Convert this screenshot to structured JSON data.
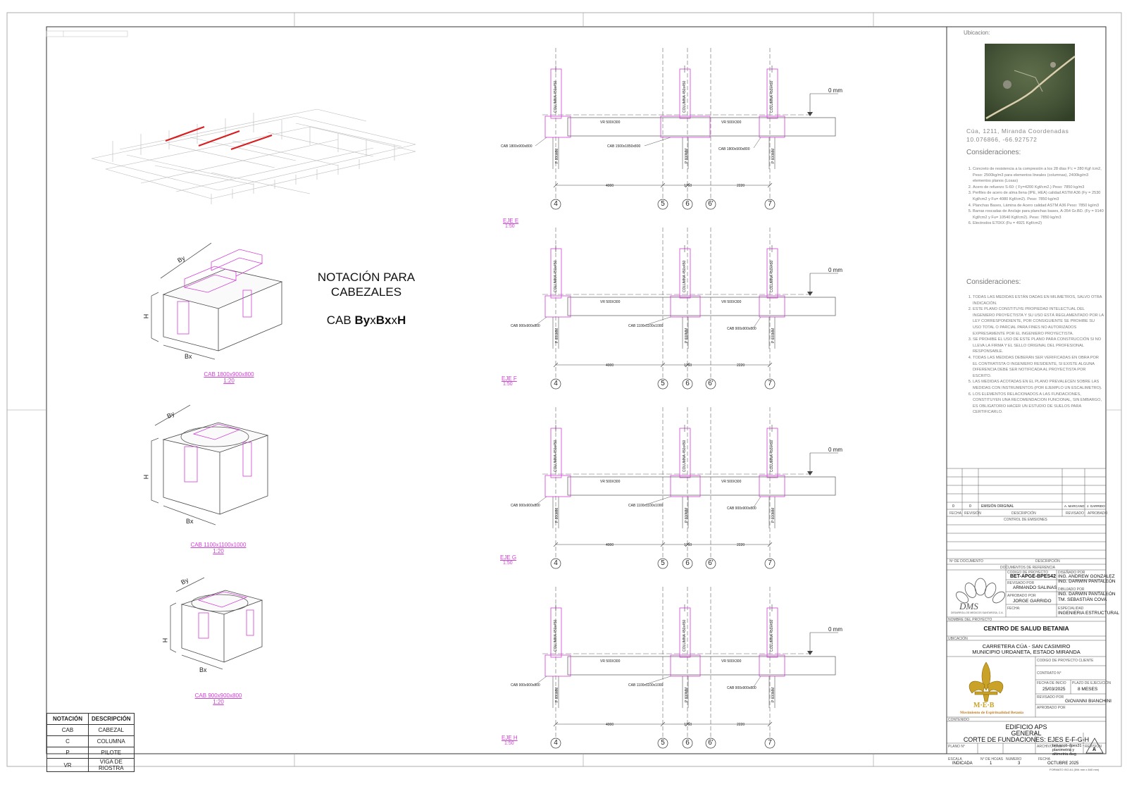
{
  "notation_title_line1": "NOTACIÓN PARA",
  "notation_title_line2": "CABEZALES",
  "formula": {
    "prefix": "CAB ",
    "by": "By",
    "x1": "x",
    "bx": "Bx",
    "x2": "x",
    "h": "H"
  },
  "dims": {
    "by": "By",
    "bx": "Bx",
    "h": "H"
  },
  "details": [
    {
      "label": "CAB 1800x900x800",
      "scale": "1:20"
    },
    {
      "label": "CAB 1100x1100x1000",
      "scale": "1:20"
    },
    {
      "label": "CAB 900x900x800",
      "scale": "1:20"
    }
  ],
  "legend": {
    "headers": [
      "NOTACIÓN",
      "DESCRIPCIÓN"
    ],
    "rows": [
      [
        "CAB",
        "CABEZAL"
      ],
      [
        "C",
        "COLUMNA"
      ],
      [
        "P",
        "PILOTE"
      ],
      [
        "VR",
        "VIGA DE RIOSTRA"
      ]
    ]
  },
  "sections": [
    {
      "eje": "EJE E",
      "scale": "1:50",
      "level": "0 mm",
      "cab_left": "CAB 1800x900x800",
      "cab_mid": "CAB 1500x1850x800",
      "cab_right": "CAB 1800x900x800",
      "vr": "VR 500X300",
      "col": "COLUMNA 450x450",
      "pile": "P 600MM",
      "spans": [
        "4000",
        "1760",
        "2220"
      ],
      "axes": [
        "4",
        "5",
        "6",
        "6'",
        "7"
      ]
    },
    {
      "eje": "EJE F",
      "scale": "1:50",
      "level": "0 mm",
      "cab_left": "CAB 900x900x800",
      "cab_mid": "CAB 1100x1100x1000",
      "cab_right": "CAB 900x900x800",
      "vr": "VR 500X300",
      "col": "COLUMNA 450x450",
      "pile": "P 600MM",
      "spans": [
        "4000",
        "1760",
        "2220"
      ],
      "axes": [
        "4",
        "5",
        "6",
        "6'",
        "7"
      ]
    },
    {
      "eje": "EJE G",
      "scale": "1:50",
      "level": "0 mm",
      "cab_left": "CAB 900x900x800",
      "cab_mid": "CAB 1100x1100x1000",
      "cab_right": "CAB 900x900x800",
      "vr": "VR 500X300",
      "col": "COLUMNA 450x450",
      "pile": "P 600MM",
      "spans": [
        "4000",
        "1760",
        "2220"
      ],
      "axes": [
        "4",
        "5",
        "6",
        "6'",
        "7"
      ]
    },
    {
      "eje": "EJE H",
      "scale": "1:50",
      "level": "0 mm",
      "cab_left": "CAB 900x900x800",
      "cab_mid": "CAB 1100x1100x1000",
      "cab_right": "CAB 900x900x800",
      "vr": "VR 500X300",
      "col": "COLUMNA 450x450",
      "pile": "P 600MM",
      "spans": [
        "4000",
        "1760",
        "2220"
      ],
      "axes": [
        "4",
        "5",
        "6",
        "6'",
        "7"
      ]
    }
  ],
  "titleblock": {
    "ubicacion_label": "Ubicacion:",
    "coords_line1": "Cúa, 1211, Miranda Coordenadas",
    "coords_line2": "10.076866, -66.927572",
    "consideraciones_1_title": "Consideraciones:",
    "consideraciones_1": [
      "Concreto de resistencia a la compresión a los 28 días F'c = 280 Kgf /cm2, Peso: 2500kg/m3 para elementos lineales (columnas), 2400kg/m3 elementos planos (Losas)",
      "Acero de refuerzo S-60: ( Fy=4200 Kgf/cm2.) Peso: 7850 kg/m3",
      "Perfiles de acero de alma llena (IPE, HEA) calidad ASTM A36 (Fy = 2530 Kgf/cm2 y Fu= 4080 Kgf/cm2). Peso: 7850 kg/m3",
      "Planchas Bases, Lámina de Acero calidad ASTM A36 Peso: 7850 kg/m3",
      "Barras roscadas de Anclaje para planchas bases, A-354 Gr.BD. (Fy = 9140 Kgf/cm2 y Fu= 10540 Kgf/cm2). Peso: 7850 kg/m3",
      "Electrodos E70XX (Fu = 4921 Kgf/cm2)"
    ],
    "consideraciones_2_title": "Consideraciones:",
    "consideraciones_2": [
      "TODAS LAS MEDIDAS ESTÁN DADAS EN MILIMETROS, SALVO OTRA INDICACIÓN.",
      "ESTE PLANO CONSTITUYE PROPIEDAD INTELECTUAL DEL INGENIERO PROYECTISTA Y SU USO ESTÁ REGLAMENTADO POR LA LEY CORRESPONDIENTE, POR CONSIGUIENTE SE PROHIBE SU USO TOTAL O PARCIAL PARA FINES NO AUTORIZADOS EXPRESAMENTE POR EL INGENIERO PROYECTISTA.",
      "SE PROHIBE EL USO DE ESTE PLANO PARA CONSTRUCCIÓN SI NO LLEVA LA FIRMA Y EL SELLO ORIGINAL DEL PROFESIONAL RESPONSABLE.",
      "TODAS LAS MEDIDAS DEBERÁN SER VERIFICADAS EN OBRA POR EL CONTRATISTA O INGENIERO RESIDENTE, SI EXISTE ALGUNA DIFERENCIA DEBE SER NOTIFICADA AL PROYECTISTA POR ESCRITO.",
      "LAS MEDIDAS ACOTADAS EN EL PLANO PREVALECEN SOBRE LAS MEDIDAS CON INSTRUMENTOS (POR EJEMPLO UN ESCALIMETRO).",
      "LOS ELEMENTOS RELACIONADOS A LAS FUNDACIONES, CONSTITUYEN UNA RECOMENDACION FUNCIONAL, SIN EMBARGO, ES OBLIGATORIO HACER UN ESTUDIO DE SUELOS PARA CERTIFICARLO."
    ],
    "emission_row": [
      "0",
      "0",
      "EMISIÓN ORIGINAL",
      "A. MARCANO",
      "J. GARRIDO"
    ],
    "emission_headers": [
      "FECHA",
      "REVISIÓN",
      "DESCRIPCIÓN",
      "REVISADO",
      "APROBADO"
    ],
    "control_label": "CONTROL DE EMISIONES",
    "doc_num_label": "Nº DE DOCUMENTO",
    "descripcion_label": "DESCRIPCIÓN",
    "doc_ref_label": "DOCUMENTOS DE REFERENCIA",
    "codigo_label": "CODIGO DE PROYECTO",
    "codigo": "BET-APGE-BPES42",
    "disenado_label": "DISEÑADO POR",
    "disenado_1": "ING. ANDREW GONZALEZ",
    "disenado_2": "ING. DARWIN PANTALEÓN",
    "revisado_label": "REVISADO POR",
    "revisado": "ARMANDO SALINAS",
    "dibujado_label": "DIBUJADO POR",
    "dibujado_1": "ING. DARWIN PANTALEÓN",
    "dibujado_2": "TM. SEBASTIÁN COVA",
    "aprobado_label": "APROBADO POR",
    "aprobado": "JORGE GARRIDO",
    "fecha_label": "FECHA:",
    "especialidad_label": "ESPECIALIDAD",
    "especialidad": "INGENIERIA ESTRUCTURAL",
    "dms_logo": "DMS",
    "dms_sub": "DESARROLLOS MEDICOS SANTAROSA, C.A.",
    "nombre_label": "NOMBRE DEL PROYECTO",
    "proyecto": "CENTRO DE SALUD BETANIA",
    "ubic_label": "UBICACIÓN",
    "ubic_1": "CARRETERA CÚA - SAN CASIMIRO",
    "ubic_2": "MUNICIPIO URDANETA, ESTADO MIRANDA",
    "cod_cliente_label": "CODIGO DE PROYECTO CLIENTE",
    "contrato_label": "CONTRATO N°",
    "fecha_inicio_label": "FECHA DE INICIO",
    "fecha_inicio": "25/03/2025",
    "plazo_label": "PLAZO DE EJECUCIÓN",
    "plazo": "8 MESES",
    "revisado2_label": "REVISADO POR",
    "revisado2": "GIOVANNI BIANCHINI",
    "aprobado2_label": "APROBADO POR",
    "meb_logo": "M·E·B",
    "meb_sub": "Movimiento de Espiritualidad Betania",
    "contenido_label": "CONTENIDO",
    "contenido_1": "EDIFICIO APS",
    "contenido_2": "GENERAL",
    "contenido_3": "CORTE DE FUNDACIONES: EJES E-F-G-H",
    "plano_label": "PLANO N°",
    "archivo_label": "ARCHIVO CAD",
    "archivo": "bet-appb-dpes31 - planimetria y altimetria.dwg",
    "revision_label": "REVISIÓN",
    "revision": "A",
    "escala_label": "ESCALA",
    "escala": "INDICADA",
    "hojas_label": "N° DE HOJAS",
    "hojas": "1",
    "numero_label": "NUMERO",
    "numero": "3",
    "fecha2_label": "FECHA",
    "fecha2": "OCTUBRE 2025",
    "formato": "FORMATO ISO A1 (594 mm x 840 mm)"
  },
  "colors": {
    "magenta": "#d23fd6",
    "red": "#d81e1e",
    "line": "#444444"
  }
}
